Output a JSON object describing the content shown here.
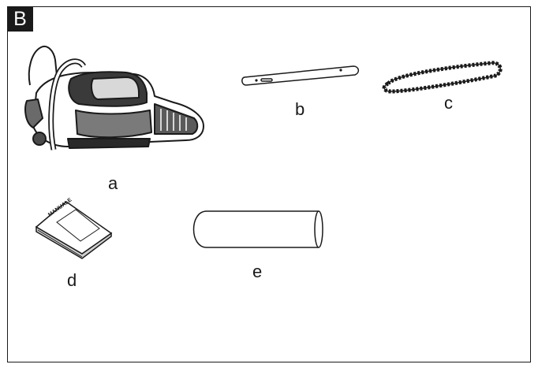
{
  "section_badge": "B",
  "items": [
    {
      "key": "a"
    },
    {
      "key": "b"
    },
    {
      "key": "c"
    },
    {
      "key": "d",
      "booklet_text": "MANUALE"
    },
    {
      "key": "e"
    }
  ]
}
